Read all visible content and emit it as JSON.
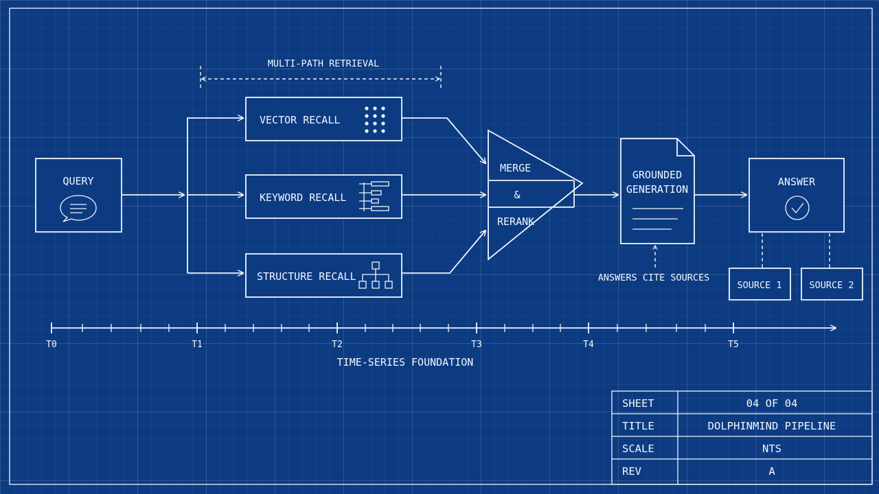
{
  "diagram": {
    "header_label": "MULTI-PATH RETRIEVAL",
    "nodes": {
      "query": "QUERY",
      "vector_recall": "VECTOR RECALL",
      "keyword_recall": "KEYWORD RECALL",
      "structure_recall": "STRUCTURE RECALL",
      "merge": "MERGE",
      "ampersand": "&",
      "rerank": "RERANK",
      "grounded_line1": "GROUNDED",
      "grounded_line2": "GENERATION",
      "answer": "ANSWER",
      "source1": "SOURCE 1",
      "source2": "SOURCE 2"
    },
    "annotation": "ANSWERS CITE SOURCES",
    "timeline": {
      "labels": [
        "T0",
        "T1",
        "T2",
        "T3",
        "T4",
        "T5"
      ],
      "caption": "TIME-SERIES FOUNDATION"
    }
  },
  "title_block": {
    "rows": [
      {
        "key": "SHEET",
        "value": "04 OF 04"
      },
      {
        "key": "TITLE",
        "value": "DOLPHINMIND PIPELINE"
      },
      {
        "key": "SCALE",
        "value": "NTS"
      },
      {
        "key": "REV",
        "value": "A"
      }
    ]
  },
  "icons": [
    "chat-bubble-icon",
    "dot-grid-icon",
    "document-list-icon",
    "hierarchy-icon",
    "document-icon",
    "check-circle-icon"
  ],
  "colors": {
    "background": "#0c3b82",
    "line": "#f2f6fc"
  }
}
